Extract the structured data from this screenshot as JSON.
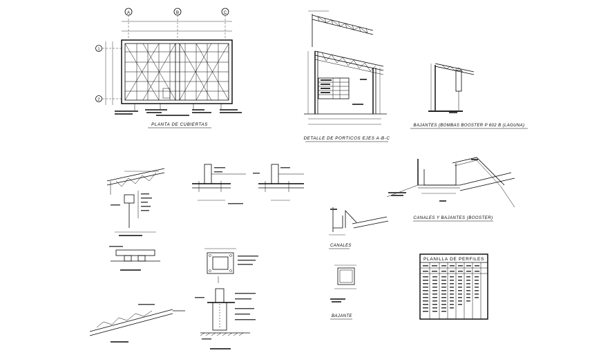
{
  "titles": {
    "planta_cubiertas": "PLANTA DE CUBIERTAS",
    "detalle_porticos": "DETALLE DE PORTICOS EJES A-B-C",
    "bajantes_booster": "BAJANTES (BOMBAS BOOSTER P 602 B (LAGUNA)",
    "canales_bajantes": "CANALES Y BAJANTES (BOOSTER)",
    "canales": "CANALES",
    "bajante": "BAJANTE",
    "planilla": "PLANILLA DE PERFILES"
  },
  "axes": [
    "A",
    "B",
    "C"
  ],
  "row_axes": [
    "1",
    "2"
  ]
}
